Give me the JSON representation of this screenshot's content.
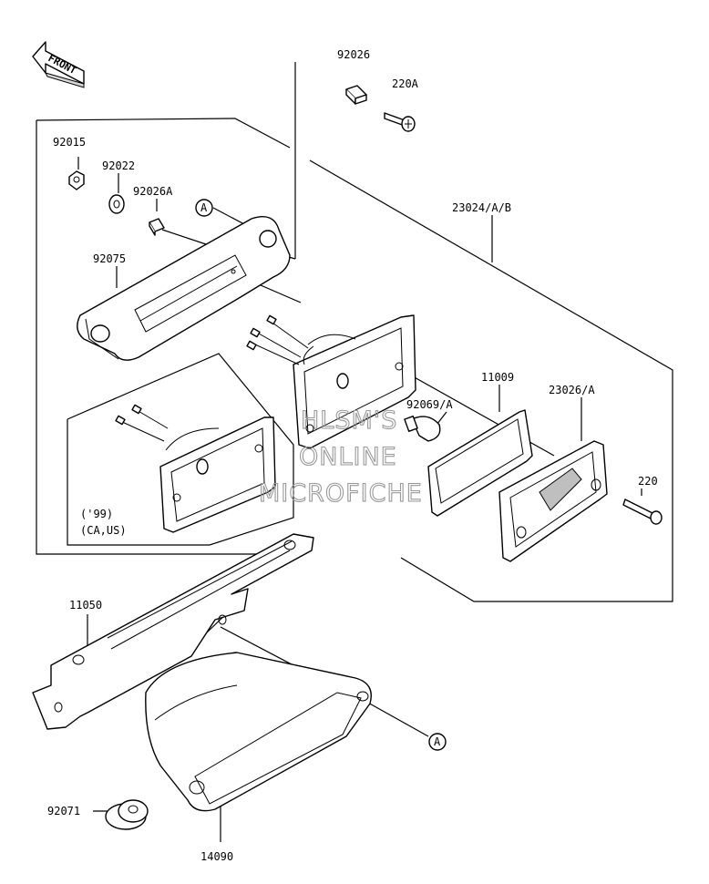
{
  "front_label": "FRONT",
  "callout_ref": "A",
  "watermark": [
    "HLSM'S",
    "ONLINE",
    "MICROFICHE"
  ],
  "variant_note": [
    "('99)",
    "(CA,US)"
  ],
  "parts": {
    "p92026": "92026",
    "p220A": "220A",
    "p92015": "92015",
    "p92022": "92022",
    "p92026A": "92026A",
    "p23024": "23024/A/B",
    "p92075": "92075",
    "p11009": "11009",
    "p92069": "92069/A",
    "p23026": "23026/A",
    "p220": "220",
    "p11050": "11050",
    "p92071": "92071",
    "p14090": "14090"
  }
}
